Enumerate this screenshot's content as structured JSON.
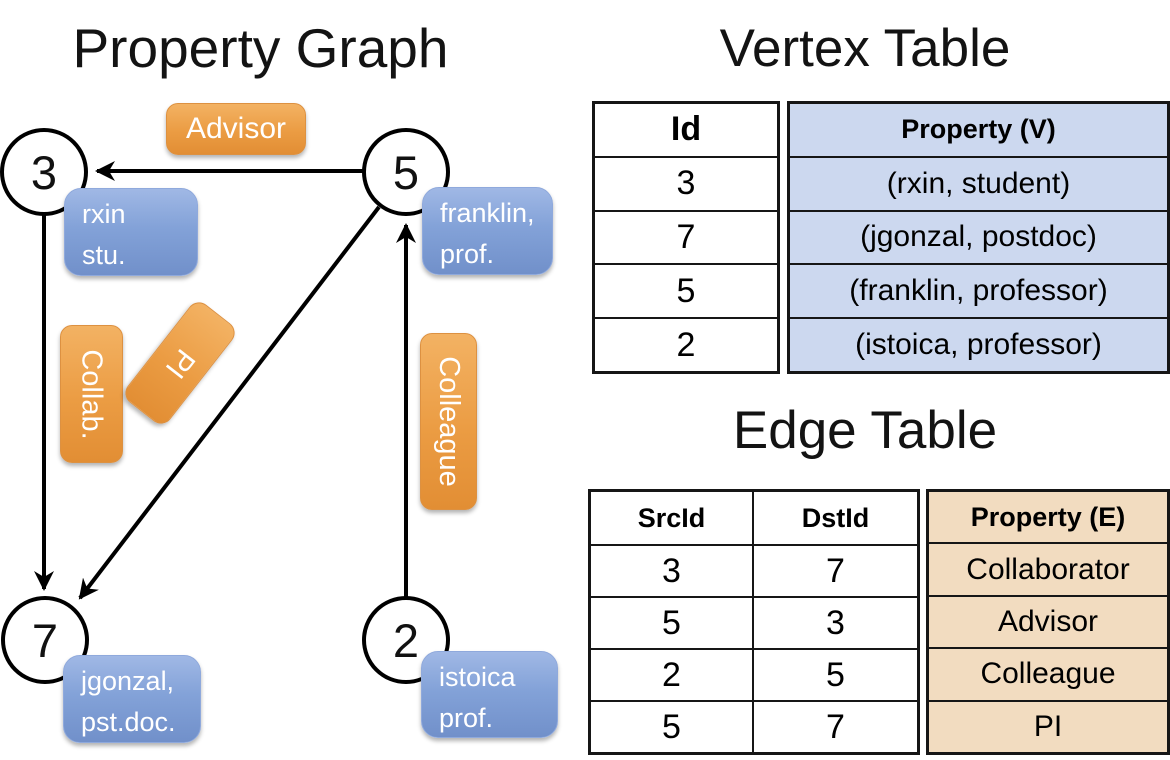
{
  "graph": {
    "title": "Property Graph",
    "nodes": [
      {
        "id": "3",
        "property_line1": "rxin",
        "property_line2": "stu."
      },
      {
        "id": "5",
        "property_line1": "franklin,",
        "property_line2": "prof."
      },
      {
        "id": "7",
        "property_line1": "jgonzal,",
        "property_line2": "pst.doc."
      },
      {
        "id": "2",
        "property_line1": "istoica",
        "property_line2": "prof."
      }
    ],
    "edges": [
      {
        "src": "5",
        "dst": "3",
        "label": "Advisor"
      },
      {
        "src": "3",
        "dst": "7",
        "label": "Collab."
      },
      {
        "src": "5",
        "dst": "7",
        "label": "PI"
      },
      {
        "src": "2",
        "dst": "5",
        "label": "Colleague"
      }
    ]
  },
  "vertex_table": {
    "title": "Vertex Table",
    "headers": {
      "id": "Id",
      "property": "Property (V)"
    },
    "rows": [
      {
        "id": "3",
        "property": "(rxin, student)"
      },
      {
        "id": "7",
        "property": "(jgonzal, postdoc)"
      },
      {
        "id": "5",
        "property": "(franklin, professor)"
      },
      {
        "id": "2",
        "property": "(istoica, professor)"
      }
    ]
  },
  "edge_table": {
    "title": "Edge Table",
    "headers": {
      "src": "SrcId",
      "dst": "DstId",
      "property": "Property (E)"
    },
    "rows": [
      {
        "src": "3",
        "dst": "7",
        "property": "Collaborator"
      },
      {
        "src": "5",
        "dst": "3",
        "property": "Advisor"
      },
      {
        "src": "2",
        "dst": "5",
        "property": "Colleague"
      },
      {
        "src": "5",
        "dst": "7",
        "property": "PI"
      }
    ]
  },
  "colors": {
    "edge_label_orange": "#ec9e45",
    "vertex_label_blue": "#8aa5d8",
    "vertex_table_fill": "#ccd8ef",
    "edge_table_fill": "#f2dcc0",
    "line_black": "#000000",
    "text_white": "#ffffff"
  }
}
